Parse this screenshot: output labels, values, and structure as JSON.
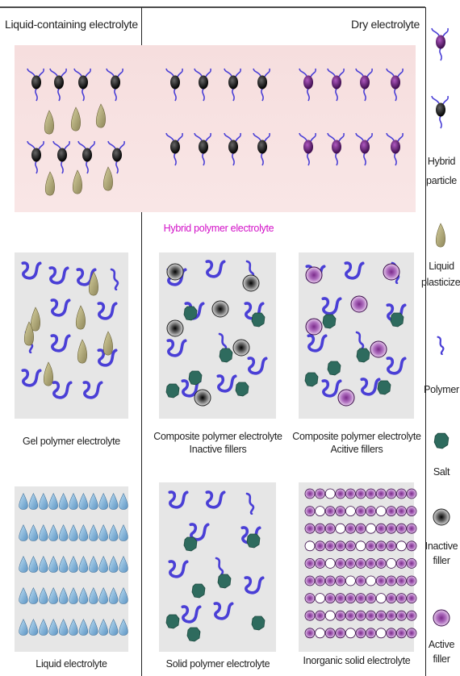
{
  "headers": {
    "left": "Liquid-containing electrolyte",
    "right": "Dry electrolyte"
  },
  "band": {
    "caption": "Hybrid polymer electrolyte"
  },
  "panels": {
    "gel": "Gel polymer electrolyte",
    "composite_inactive_l1": "Composite polymer electrolyte",
    "composite_inactive_l2": "Inactive fillers",
    "composite_active_l1": "Composite polymer electrolyte",
    "composite_active_l2": "Acitive fillers",
    "liquid": "Liquid electrolyte",
    "solid": "Solid polymer electrolyte",
    "inorganic": "Inorganic solid electrolyte"
  },
  "legend": [
    {
      "icon": "hybrid-particle-purple-icon",
      "label_l1": "",
      "label_l2": ""
    },
    {
      "icon": "hybrid-particle-black-icon",
      "label_l1": "Hybrid",
      "label_l2": "particle"
    },
    {
      "icon": "liquid-plasticizer-icon",
      "label_l1": "Liquid",
      "label_l2": "plasticizer"
    },
    {
      "icon": "polymer-icon",
      "label_l1": "Polymer",
      "label_l2": ""
    },
    {
      "icon": "salt-icon",
      "label_l1": "Salt",
      "label_l2": ""
    },
    {
      "icon": "inactive-filler-icon",
      "label_l1": "Inactive",
      "label_l2": "filler"
    },
    {
      "icon": "active-filler-icon",
      "label_l1": "Active",
      "label_l2": "filler"
    }
  ],
  "colors": {
    "band": "#f7dada",
    "panel": "#e4e4e4",
    "polymer": "#4a3fd6",
    "plasticizer": "#b8b078",
    "salt": "#2e6b5e",
    "active_filler": "#7a2a8a",
    "liquid_drop": "#7fb0d8",
    "hybrid_black": "#111111",
    "hybrid_purple": "#5a1a6a",
    "accent_caption": "#d312c8"
  }
}
